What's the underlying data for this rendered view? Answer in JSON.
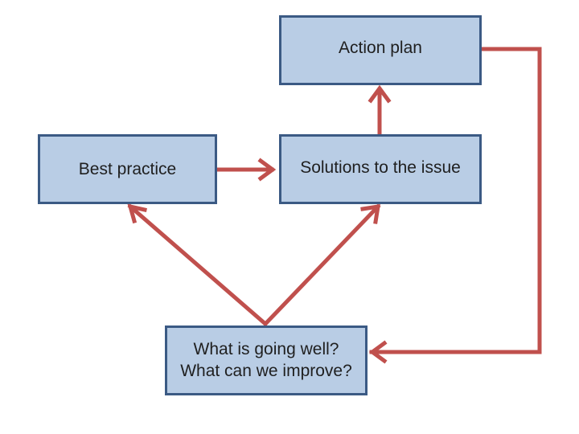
{
  "nodes": {
    "action_plan": "Action plan",
    "best_practice": "Best practice",
    "solutions": "Solutions to the issue",
    "review_line1": "What is going well?",
    "review_line2": "What can we improve?"
  },
  "colors": {
    "box_fill": "#b9cde5",
    "box_border": "#3b5a84",
    "connector": "#c0504d",
    "text": "#1f1f1f"
  }
}
